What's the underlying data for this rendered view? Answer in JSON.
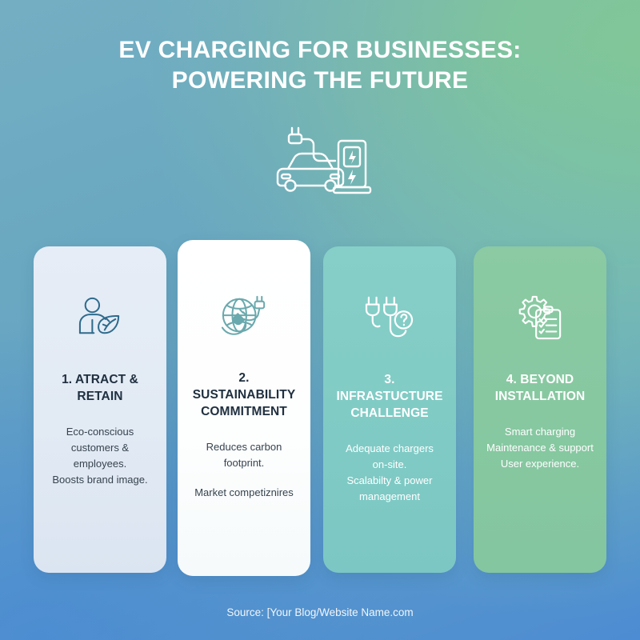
{
  "header": {
    "title_line1": "EV CHARGING FOR BUSINESSES:",
    "title_line2": "POWERING THE FUTURE"
  },
  "hero": {
    "icon": "ev-car-charging-station-icon"
  },
  "cards": [
    {
      "icon": "person-with-leaf-icon",
      "title_line1": "1. ATRACT &",
      "title_line2": "RETAIN",
      "body": [
        "Eco-conscious\ncustomers &\nemployees.\nBoosts brand image."
      ],
      "bg": "#e3ebf5",
      "text": "#203040"
    },
    {
      "icon": "globe-with-plug-icon",
      "title_line1": "2. SUSTAINABILITY",
      "title_line2": "COMMITMENT",
      "body": [
        "Reduces carbon\nfootprint.",
        "Market competiznires"
      ],
      "bg": "#ffffff",
      "text": "#203040"
    },
    {
      "icon": "two-plugs-question-mark-icon",
      "title_line1": "3. INFRASTUCTURE",
      "title_line2": "CHALLENGE",
      "body": [
        "Adequate chargers\non-site.\nScalabilty & power\nmanagement"
      ],
      "bg": "#82ccc6",
      "text": "#ffffff"
    },
    {
      "icon": "gear-clipboard-checklist-icon",
      "title_line1": "4. BEYOND",
      "title_line2": "INSTALLATION",
      "body": [
        "Smart charging\nMaintenance & support\nUser experience."
      ],
      "bg": "#87c89f",
      "text": "#ffffff"
    }
  ],
  "footer": {
    "source": "Source: [Your Blog/Website Name.com"
  },
  "theme": {
    "bg_top_left": "#6ba8c0",
    "bg_top_right": "#7fc19e",
    "bg_bottom_left": "#4f8fcf",
    "bg_bottom_right": "#6fb3bd",
    "title_color": "#ffffff",
    "icon_dark": "#2e6b8c",
    "icon_teal": "#6aa9ad",
    "icon_white": "#ffffff"
  }
}
